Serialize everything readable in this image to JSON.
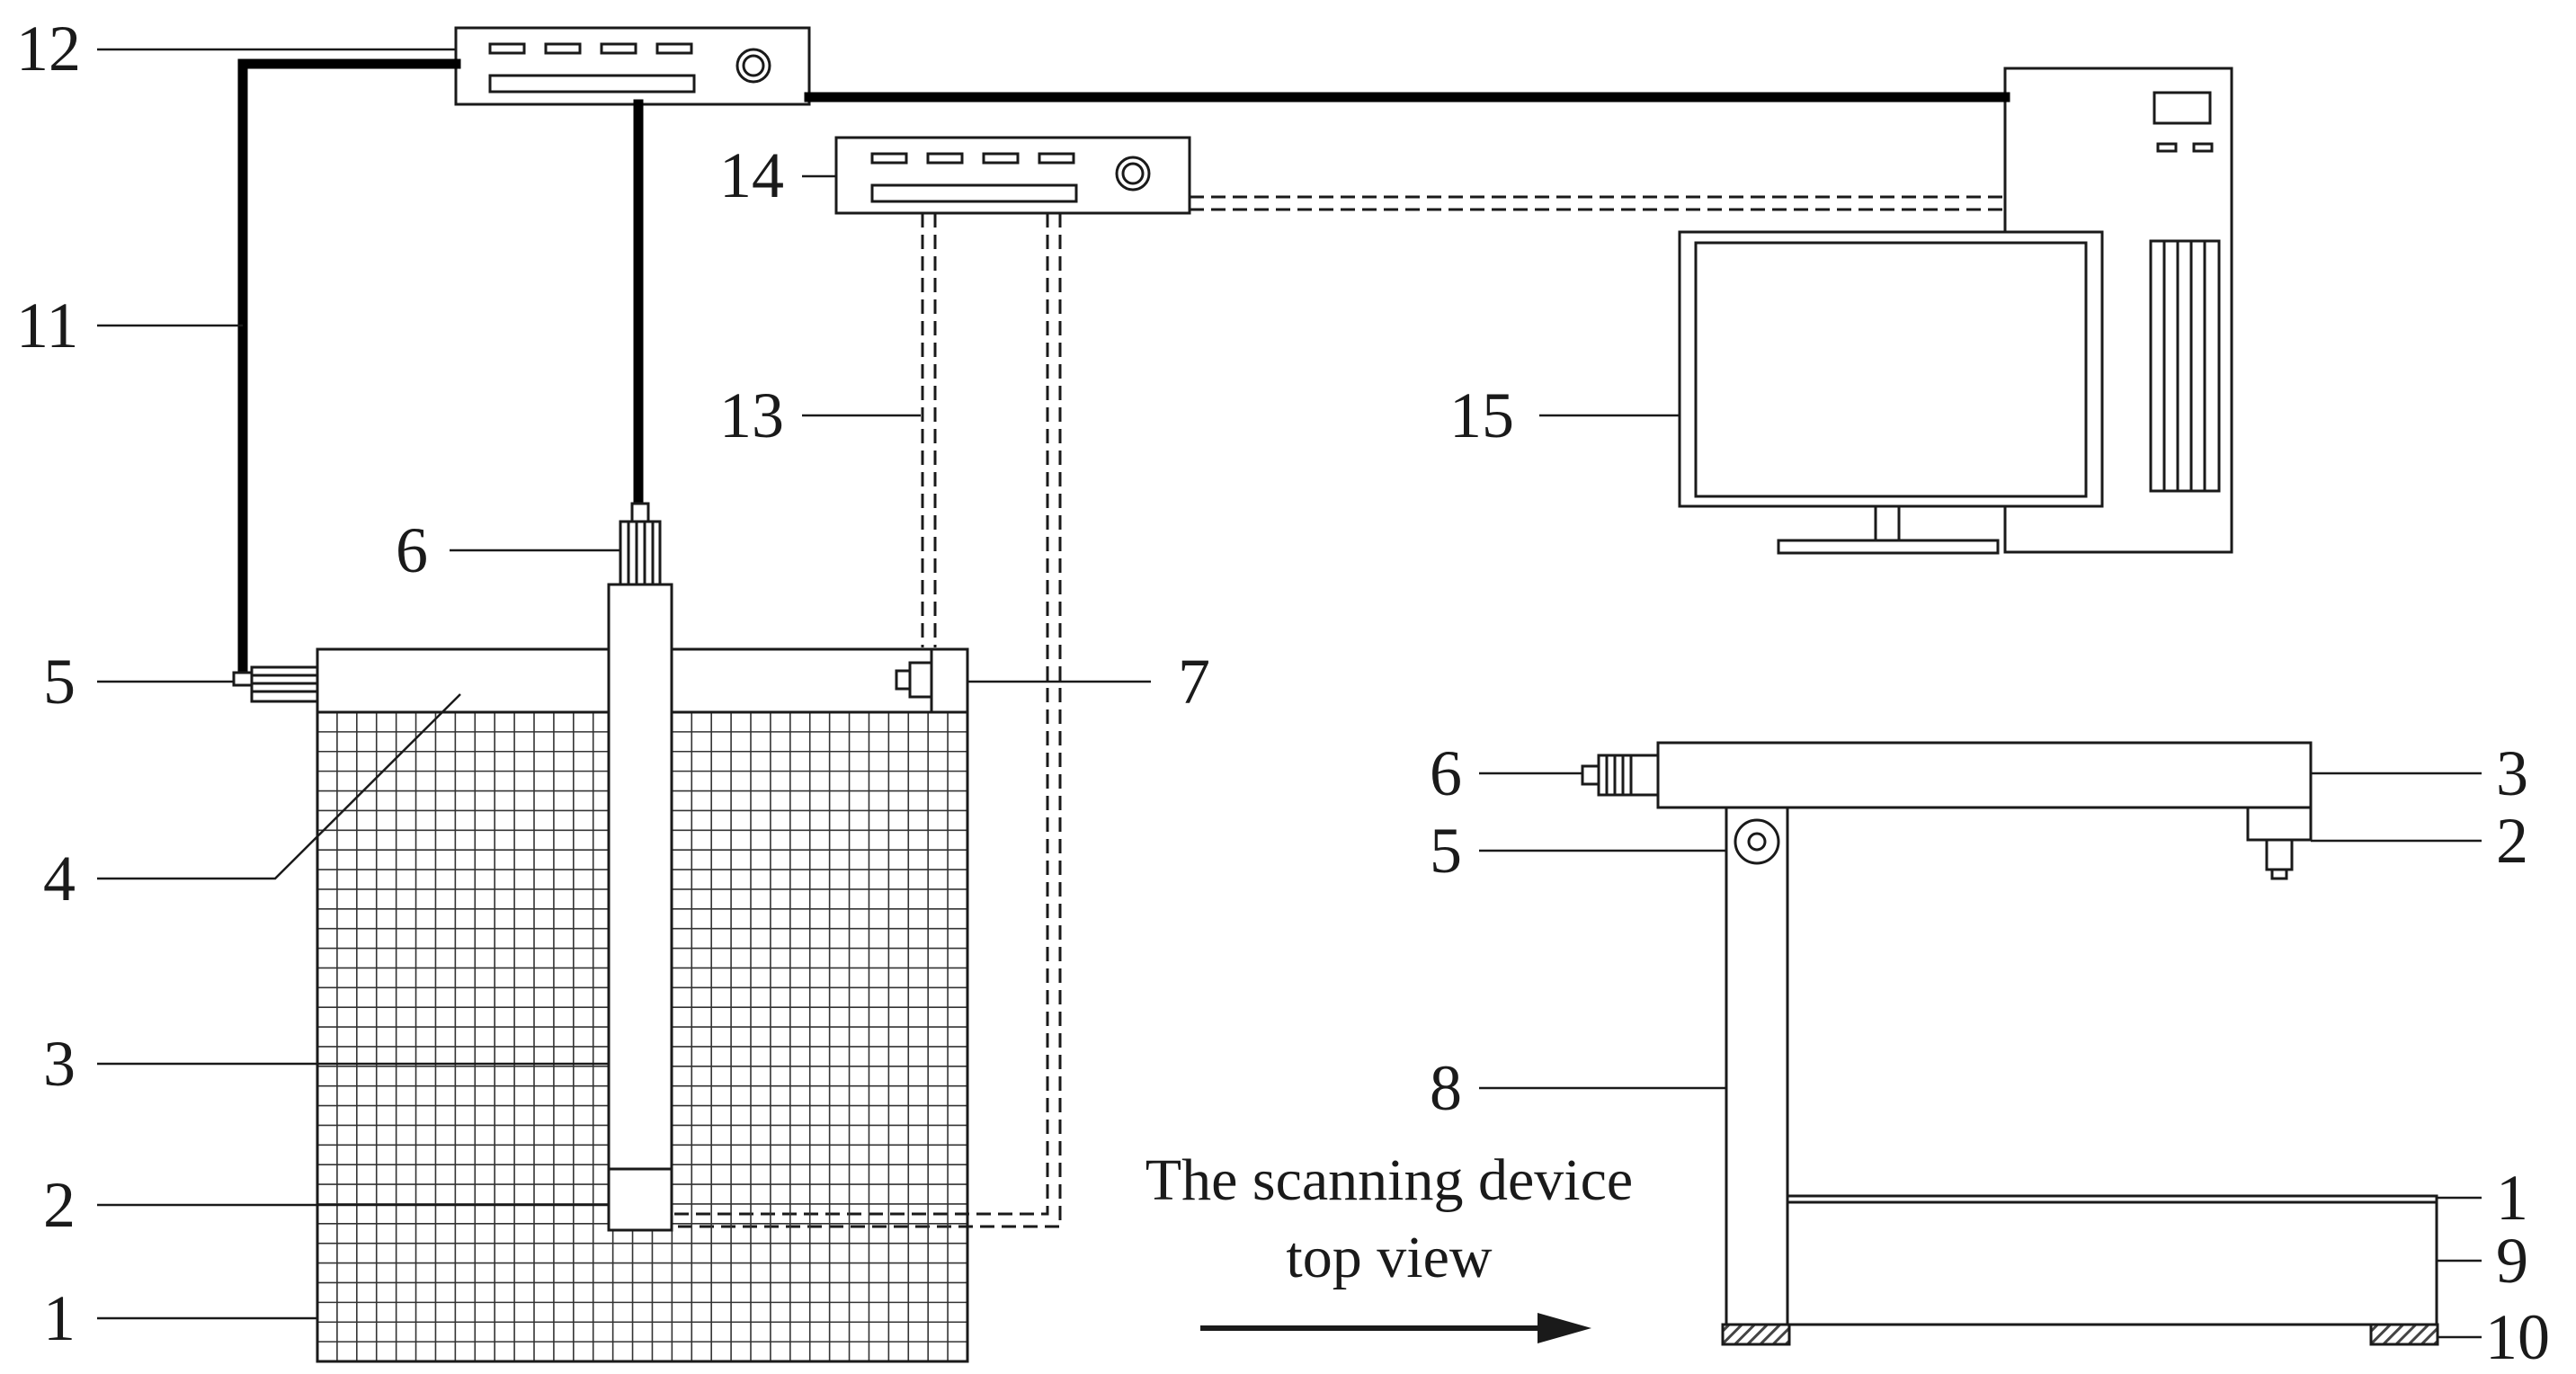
{
  "labels": {
    "n1": "1",
    "n2": "2",
    "n3": "3",
    "n4": "4",
    "n5": "5",
    "n6": "6",
    "n7": "7",
    "n11": "11",
    "n12": "12",
    "n13": "13",
    "n14": "14",
    "n15": "15",
    "side_n1": "1",
    "side_n2": "2",
    "side_n3": "3",
    "side_n5": "5",
    "side_n6": "6",
    "side_n8": "8",
    "side_n9": "9",
    "side_n10": "10"
  },
  "caption": {
    "line1": "The scanning device",
    "line2": "top view"
  },
  "colors": {
    "line": "#1a1a1a",
    "cable": "#000000",
    "grid": "#333333",
    "hatch": "#444444"
  }
}
